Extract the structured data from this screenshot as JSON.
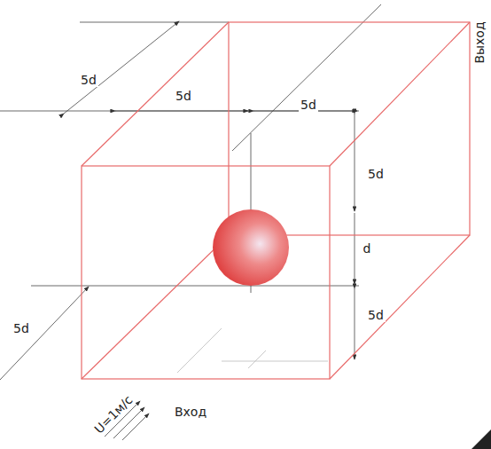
{
  "diagram": {
    "labels": [
      "5d",
      "5d",
      "5d",
      "5d",
      "d",
      "5d",
      "5d",
      "Выход",
      "Вход",
      "U=1м/с"
    ]
  }
}
